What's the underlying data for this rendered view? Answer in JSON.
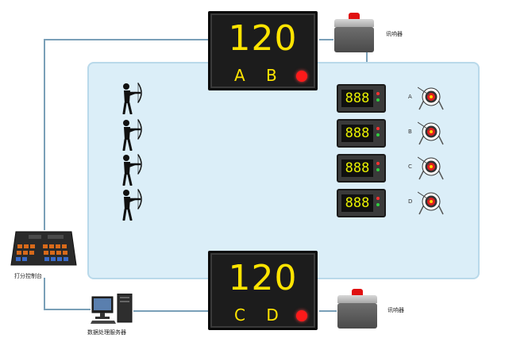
{
  "main_board_top": {
    "score": "120",
    "lanes": "A B"
  },
  "main_board_bottom": {
    "score": "120",
    "lanes": "C D"
  },
  "lane_boards": [
    {
      "display": "888",
      "lane": "A"
    },
    {
      "display": "888",
      "lane": "B"
    },
    {
      "display": "888",
      "lane": "C"
    },
    {
      "display": "888",
      "lane": "D"
    }
  ],
  "labels": {
    "buzzer_top": "讯响器",
    "buzzer_bottom": "讯响器",
    "scoring_console": "打分控制台",
    "data_server": "数据处理服务器"
  },
  "colors": {
    "field": "#dbeef8",
    "digits": "#ffe400",
    "indicator": "#ff1a1a",
    "wire": "#7aa0b8"
  }
}
